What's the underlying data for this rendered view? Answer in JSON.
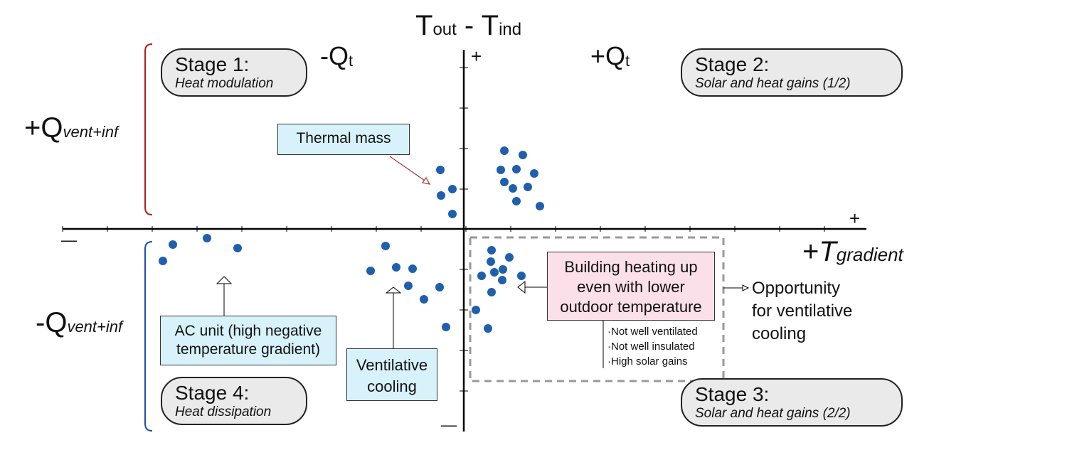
{
  "axis": {
    "y_title_main1": "T",
    "y_title_sub1": "out",
    "y_title_sep": " - ",
    "y_title_main2": "T",
    "y_title_sub2": "ind",
    "x_title_prefix": "+",
    "x_title_main": "T",
    "x_title_sub": "gradient",
    "x_plus": "+",
    "x_minus": "—",
    "y_plus": "+",
    "y_minus": "—"
  },
  "quadrant_labels": {
    "neg_qt_main": "-Q",
    "neg_qt_sub": "t",
    "pos_qt_main": "+Q",
    "pos_qt_sub": "t",
    "pos_qvent_main": "+Q",
    "pos_qvent_sub": "vent+inf",
    "neg_qvent_main": "-Q",
    "neg_qvent_sub": "vent+inf"
  },
  "stages": [
    {
      "title": "Stage 1:",
      "subtitle": "Heat modulation"
    },
    {
      "title": "Stage 2:",
      "subtitle": "Solar and heat gains (1/2)"
    },
    {
      "title": "Stage 3:",
      "subtitle": "Solar and heat gains (2/2)"
    },
    {
      "title": "Stage 4:",
      "subtitle": "Heat dissipation"
    }
  ],
  "callouts": {
    "thermal_mass": "Thermal mass",
    "ac_unit_line1": "AC unit (high negative",
    "ac_unit_line2": "temperature gradient)",
    "ventilative_line1": "Ventilative",
    "ventilative_line2": "cooling",
    "heating_line1": "Building heating up",
    "heating_line2": "even with lower",
    "heating_line3": "outdoor temperature",
    "bullet1": "·Not well ventilated",
    "bullet2": "·Not well insulated",
    "bullet3": "·High solar gains",
    "opportunity_line1": "Opportunity",
    "opportunity_line2": "for ventilative",
    "opportunity_line3": "cooling"
  },
  "colors": {
    "dot": "#1f5fae",
    "stage1_bracket": "#b22222",
    "stage4_bracket": "#1f4fa8",
    "thermal_arrow": "#b03030",
    "callout_cyan": "#d8f2fb",
    "callout_pink": "#fbe0ea"
  }
}
